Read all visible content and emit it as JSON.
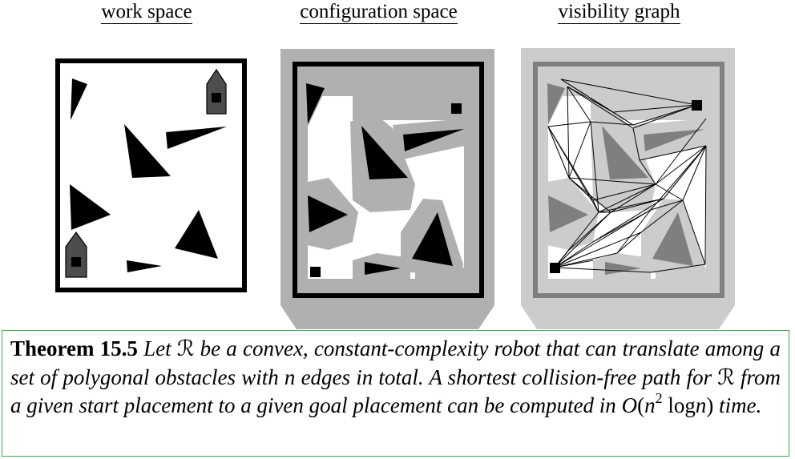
{
  "panels": {
    "work_space": "work space",
    "configuration_space": "configuration space",
    "visibility_graph": "visibility graph"
  },
  "theorem": {
    "label": "Theorem 15.5",
    "text_1": "Let",
    "robot_symbol": "ℛ",
    "text_2": "be a convex, constant-complexity robot that can translate among a set of polygonal obstacles with",
    "n_symbol": "n",
    "text_3": "edges in total. A shortest collision-free path for",
    "text_4": "from a given start placement to a given goal placement can be computed in",
    "complexity_O": "O",
    "complexity_open": "(",
    "complexity_n": "n",
    "complexity_exp": "2",
    "complexity_log": "log",
    "complexity_close": ")",
    "text_5": "time."
  },
  "colors": {
    "obstacle": "#000000",
    "cspace_obstacle": "#b0b0b0",
    "robot": "#4d4d4d",
    "vis_obstacle": "#7f7f7f",
    "vis_background": "#cccccc",
    "theorem_border": "#3caa50"
  }
}
